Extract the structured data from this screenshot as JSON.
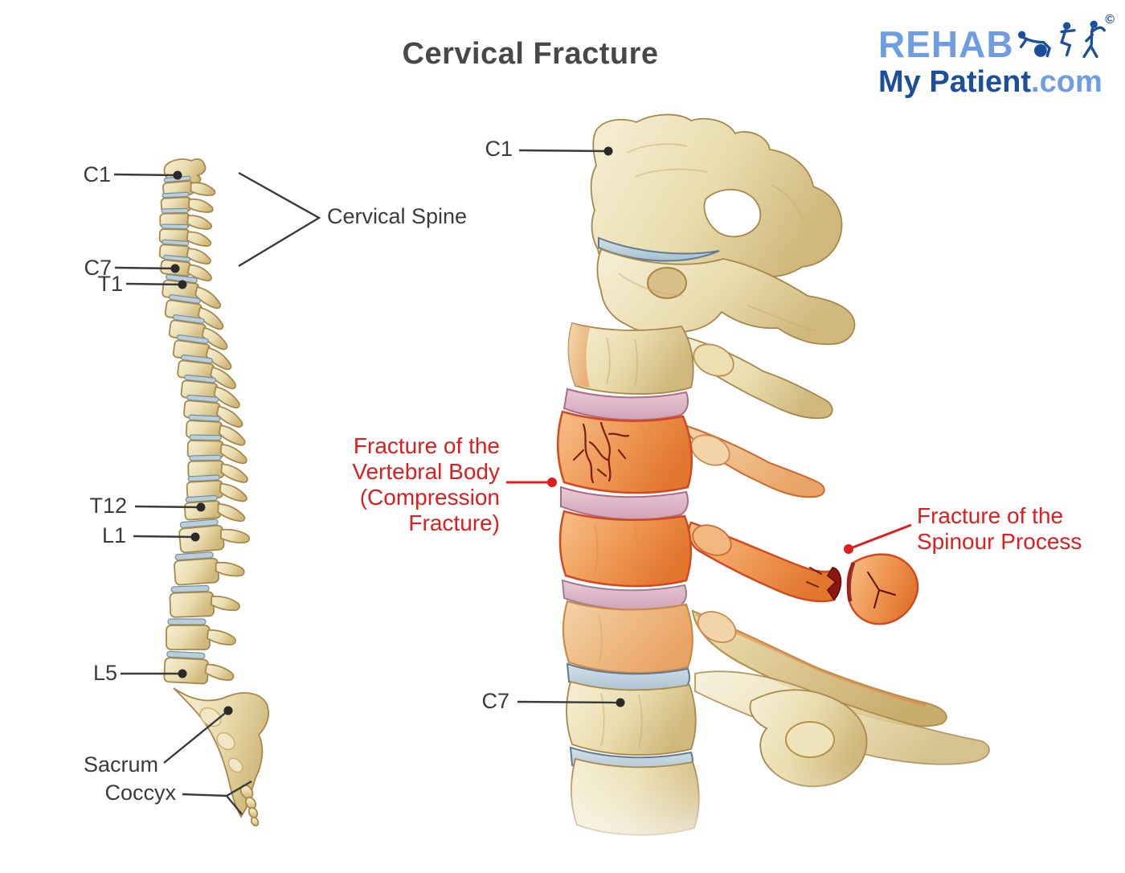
{
  "title": "Cervical Fracture",
  "logo": {
    "rehab": "REHAB",
    "my_patient": "My Patient",
    "dot_com": ".com",
    "copyright": "©",
    "figures_icon": "exercise-figures-icon",
    "light_blue": "#6f9de2",
    "dark_blue": "#1b4e9b"
  },
  "left_diagram": {
    "c1_label": "C1",
    "cervical_spine_label": "Cervical Spine",
    "c7_label": "C7",
    "t1_label": "T1",
    "t12_label": "T12",
    "l1_label": "L1",
    "l5_label": "L5",
    "sacrum_label": "Sacrum",
    "coccyx_label": "Coccyx"
  },
  "right_diagram": {
    "c1_label": "C1",
    "c7_label": "C7",
    "compression_label": {
      "line1": "Fracture of the",
      "line2": "Vertebral Body",
      "line3": "(Compression",
      "line4": "Fracture)"
    },
    "spinous_label": {
      "line1": "Fracture of the",
      "line2": "Spinour Process"
    }
  },
  "colors": {
    "title_gray": "#484848",
    "label_black": "#3b3b3b",
    "accent_red": "#e11c1c",
    "bone": "#e9dcae",
    "bone_outline": "#a8884a",
    "disc_blue": "#b9cdda",
    "disc_pink": "#d8afc2",
    "fracture_orange": "#ee9854",
    "fracture_orange_outline": "#d2491f",
    "crack_dark_red": "#7d1d10"
  }
}
